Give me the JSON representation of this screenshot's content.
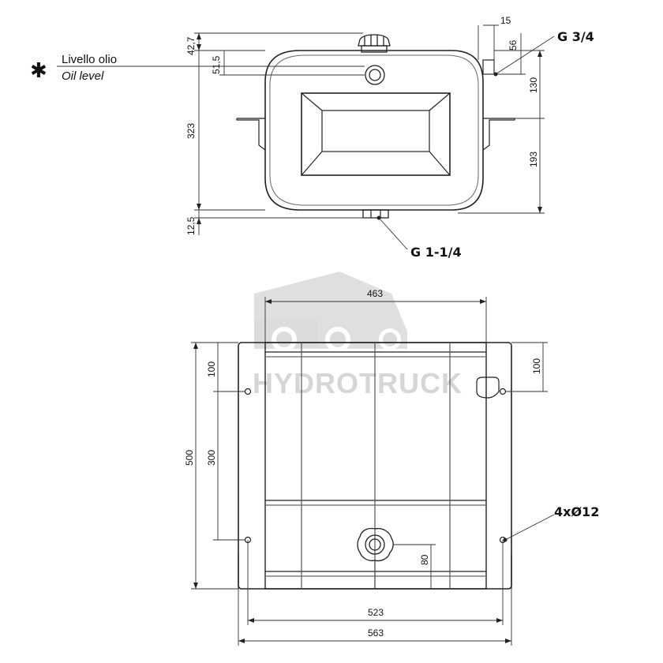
{
  "oil_level": {
    "symbol": "✱",
    "label_it": "Livello olio",
    "label_en": "Oil level"
  },
  "ports": {
    "top": "G 3/4",
    "bottom": "G 1-1/4"
  },
  "holes": "4xØ12",
  "watermark": "HYDROTRUCK",
  "dims_side": {
    "top_cap": "42,7",
    "oil_level": "51,5",
    "height": "323",
    "bottom_port": "12,5",
    "bracket_w": "15",
    "bracket_h": "56",
    "right_130": "130",
    "right_193": "193"
  },
  "dims_top": {
    "inner_w": "463",
    "overall_w": "563",
    "holes_w": "523",
    "depth": "500",
    "left_100": "100",
    "left_300": "300",
    "right_100": "100",
    "port_80": "80"
  },
  "colors": {
    "line": "#222222",
    "thin": "#444444",
    "watermark": "#d6d6d6"
  }
}
